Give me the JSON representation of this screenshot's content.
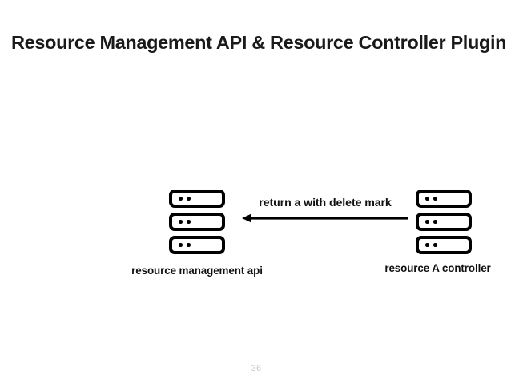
{
  "slide": {
    "title": "Resource Management API & Resource Controller Plugin",
    "page_number": "36",
    "background_color": "#ffffff",
    "ink_color": "#111111",
    "page_number_color": "#c9c9c9"
  },
  "diagram": {
    "type": "sequence-flow",
    "nodes": [
      {
        "id": "resource-management-api",
        "caption": "resource management api",
        "icon": "server-stack-icon",
        "icon_units": 3
      },
      {
        "id": "resource-a-controller",
        "caption": "resource A controller",
        "icon": "server-stack-icon",
        "icon_units": 3
      }
    ],
    "edges": [
      {
        "id": "return-a-with-delete-mark",
        "label": "return a with delete mark",
        "from": "resource-a-controller",
        "to": "resource-management-api",
        "direction": "left",
        "arrowhead": "start",
        "stroke_color": "#000000"
      }
    ]
  }
}
